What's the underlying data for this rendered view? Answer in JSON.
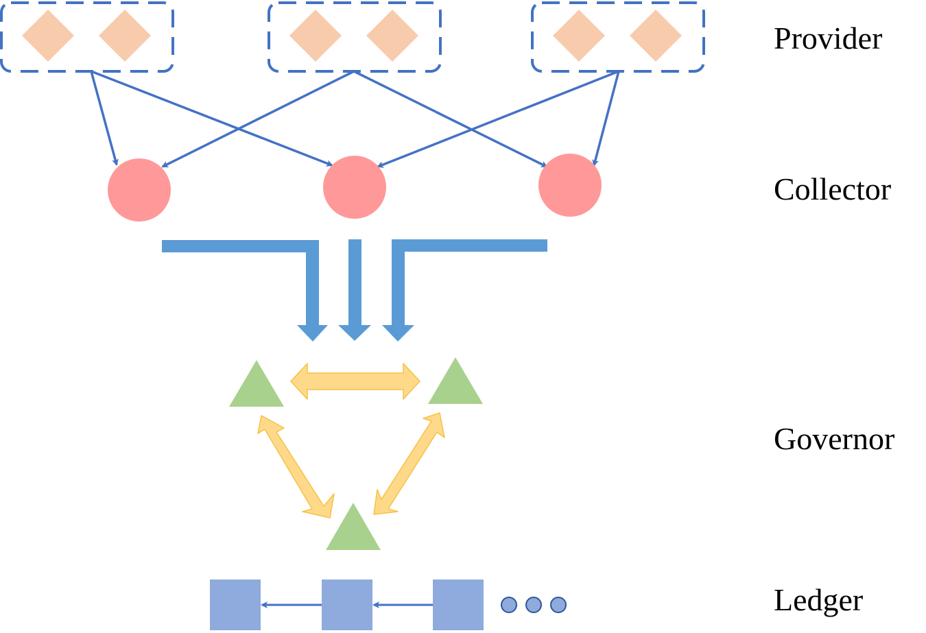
{
  "labels": {
    "provider": "Provider",
    "collector": "Collector",
    "governor": "Governor",
    "ledger": "Ledger"
  },
  "colors": {
    "provider_box_border": "#4472C4",
    "provider_diamond": "#F8CBAD",
    "collector_circle": "#FF9999",
    "link_arrow": "#4472C4",
    "aggregate_arrow": "#5B9BD5",
    "governor_triangle": "#A9D18E",
    "consensus_arrow_fill": "#FFD98A",
    "consensus_arrow_stroke": "#F5C242",
    "ledger_block": "#8FAADC",
    "ledger_dot": "#8FAADC",
    "ledger_dot_stroke": "#2F5597"
  }
}
